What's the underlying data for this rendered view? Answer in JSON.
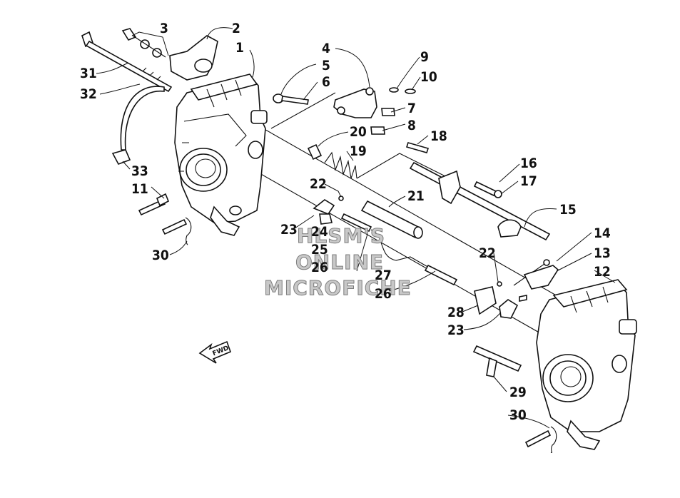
{
  "watermark": {
    "line1": "HLSM'S",
    "line2": "ONLINE",
    "line3": "MICROFICHE"
  },
  "fwd_arrow": {
    "text": "FWD"
  },
  "callouts": [
    "1",
    "2",
    "3",
    "4",
    "5",
    "6",
    "7",
    "8",
    "9",
    "10",
    "11",
    "12",
    "13",
    "14",
    "15",
    "16",
    "17",
    "18",
    "19",
    "20",
    "21",
    "22",
    "22",
    "23",
    "23",
    "24",
    "25",
    "26",
    "26",
    "27",
    "28",
    "29",
    "30",
    "30",
    "31",
    "32",
    "33"
  ]
}
